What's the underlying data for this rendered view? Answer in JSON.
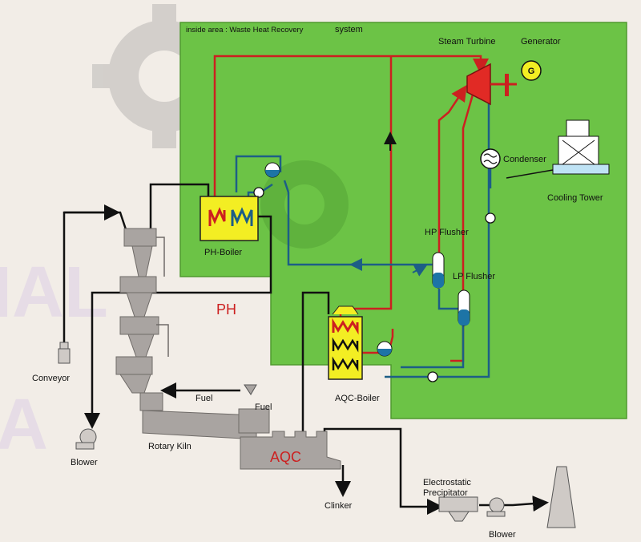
{
  "diagram": {
    "area_title": "inside area :  Waste Heat Recovery",
    "area_title_suffix": "system",
    "labels": {
      "steam_turbine": "Steam Turbine",
      "generator": "Generator",
      "generator_symbol": "G",
      "condenser": "Condenser",
      "cooling_tower": "Cooling Tower",
      "hp_flusher": "HP Flusher",
      "lp_flusher": "LP Flusher",
      "ph_boiler": "PH-Boiler",
      "ph": "PH",
      "aqc_boiler": "AQC-Boiler",
      "aqc": "AQC",
      "conveyor": "Conveyor",
      "blower_left": "Blower",
      "rotary_kiln": "Rotary Kiln",
      "fuel_1": "Fuel",
      "fuel_2": "Fuel",
      "clinker": "Clinker",
      "electrostatic": "Electrostatic",
      "precipitator": "Precipitator",
      "blower_right": "Blower"
    },
    "colors": {
      "green_area": "#6cc346",
      "steam_line": "#cc2020",
      "water_line": "#1d5e86",
      "gas_line": "#111111",
      "boiler_fill": "#f3ee23",
      "plant_gray": "#a9a4a1"
    }
  }
}
